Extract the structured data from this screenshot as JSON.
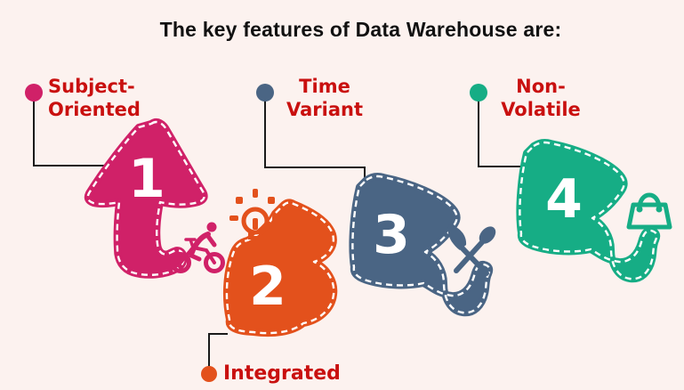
{
  "title": "The key features of Data Warehouse are:",
  "features": [
    {
      "number": "1",
      "label_line1": "Subject-",
      "label_line2": "Oriented",
      "color": "#d02168",
      "icon": "bicycle-icon"
    },
    {
      "number": "2",
      "label_line1": "Integrated",
      "label_line2": "",
      "color": "#e3511c",
      "icon": "lightbulb-icon"
    },
    {
      "number": "3",
      "label_line1": "Time",
      "label_line2": "Variant",
      "color": "#4a6584",
      "icon": "utensils-icon"
    },
    {
      "number": "4",
      "label_line1": "Non-",
      "label_line2": "Volatile",
      "color": "#16ad85",
      "icon": "shopping-bag-icon"
    }
  ],
  "colors": {
    "background": "#fcf2ef",
    "title_text": "#111111",
    "label_text": "#c9100f",
    "connector": "#1a1a1a",
    "number_text": "#ffffff",
    "dash": "#ffffff"
  }
}
